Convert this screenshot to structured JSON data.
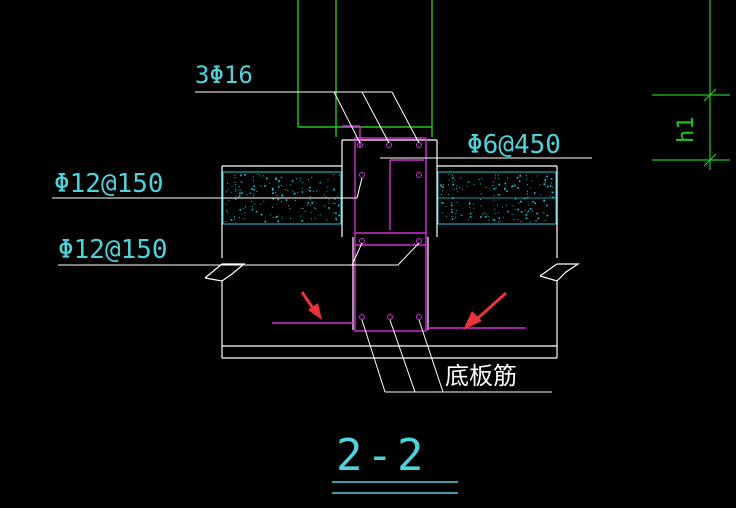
{
  "labels": {
    "top_bars": "3Φ16",
    "stirrup": "Φ6@450",
    "upper_slab_bar": "Φ12@150",
    "lower_slab_bar": "Φ12@150",
    "bottom_bar_note": "底板筋",
    "section_mark": "2-2",
    "height_dim": "h1"
  },
  "colors": {
    "background": "#000000",
    "line_white": "#ffffff",
    "line_green": "#22c522",
    "line_magenta": "#d62ad6",
    "text_cyan": "#4fd2dc",
    "arrow_red": "#e8343a",
    "hatch_cyan": "#1ec8d8"
  }
}
